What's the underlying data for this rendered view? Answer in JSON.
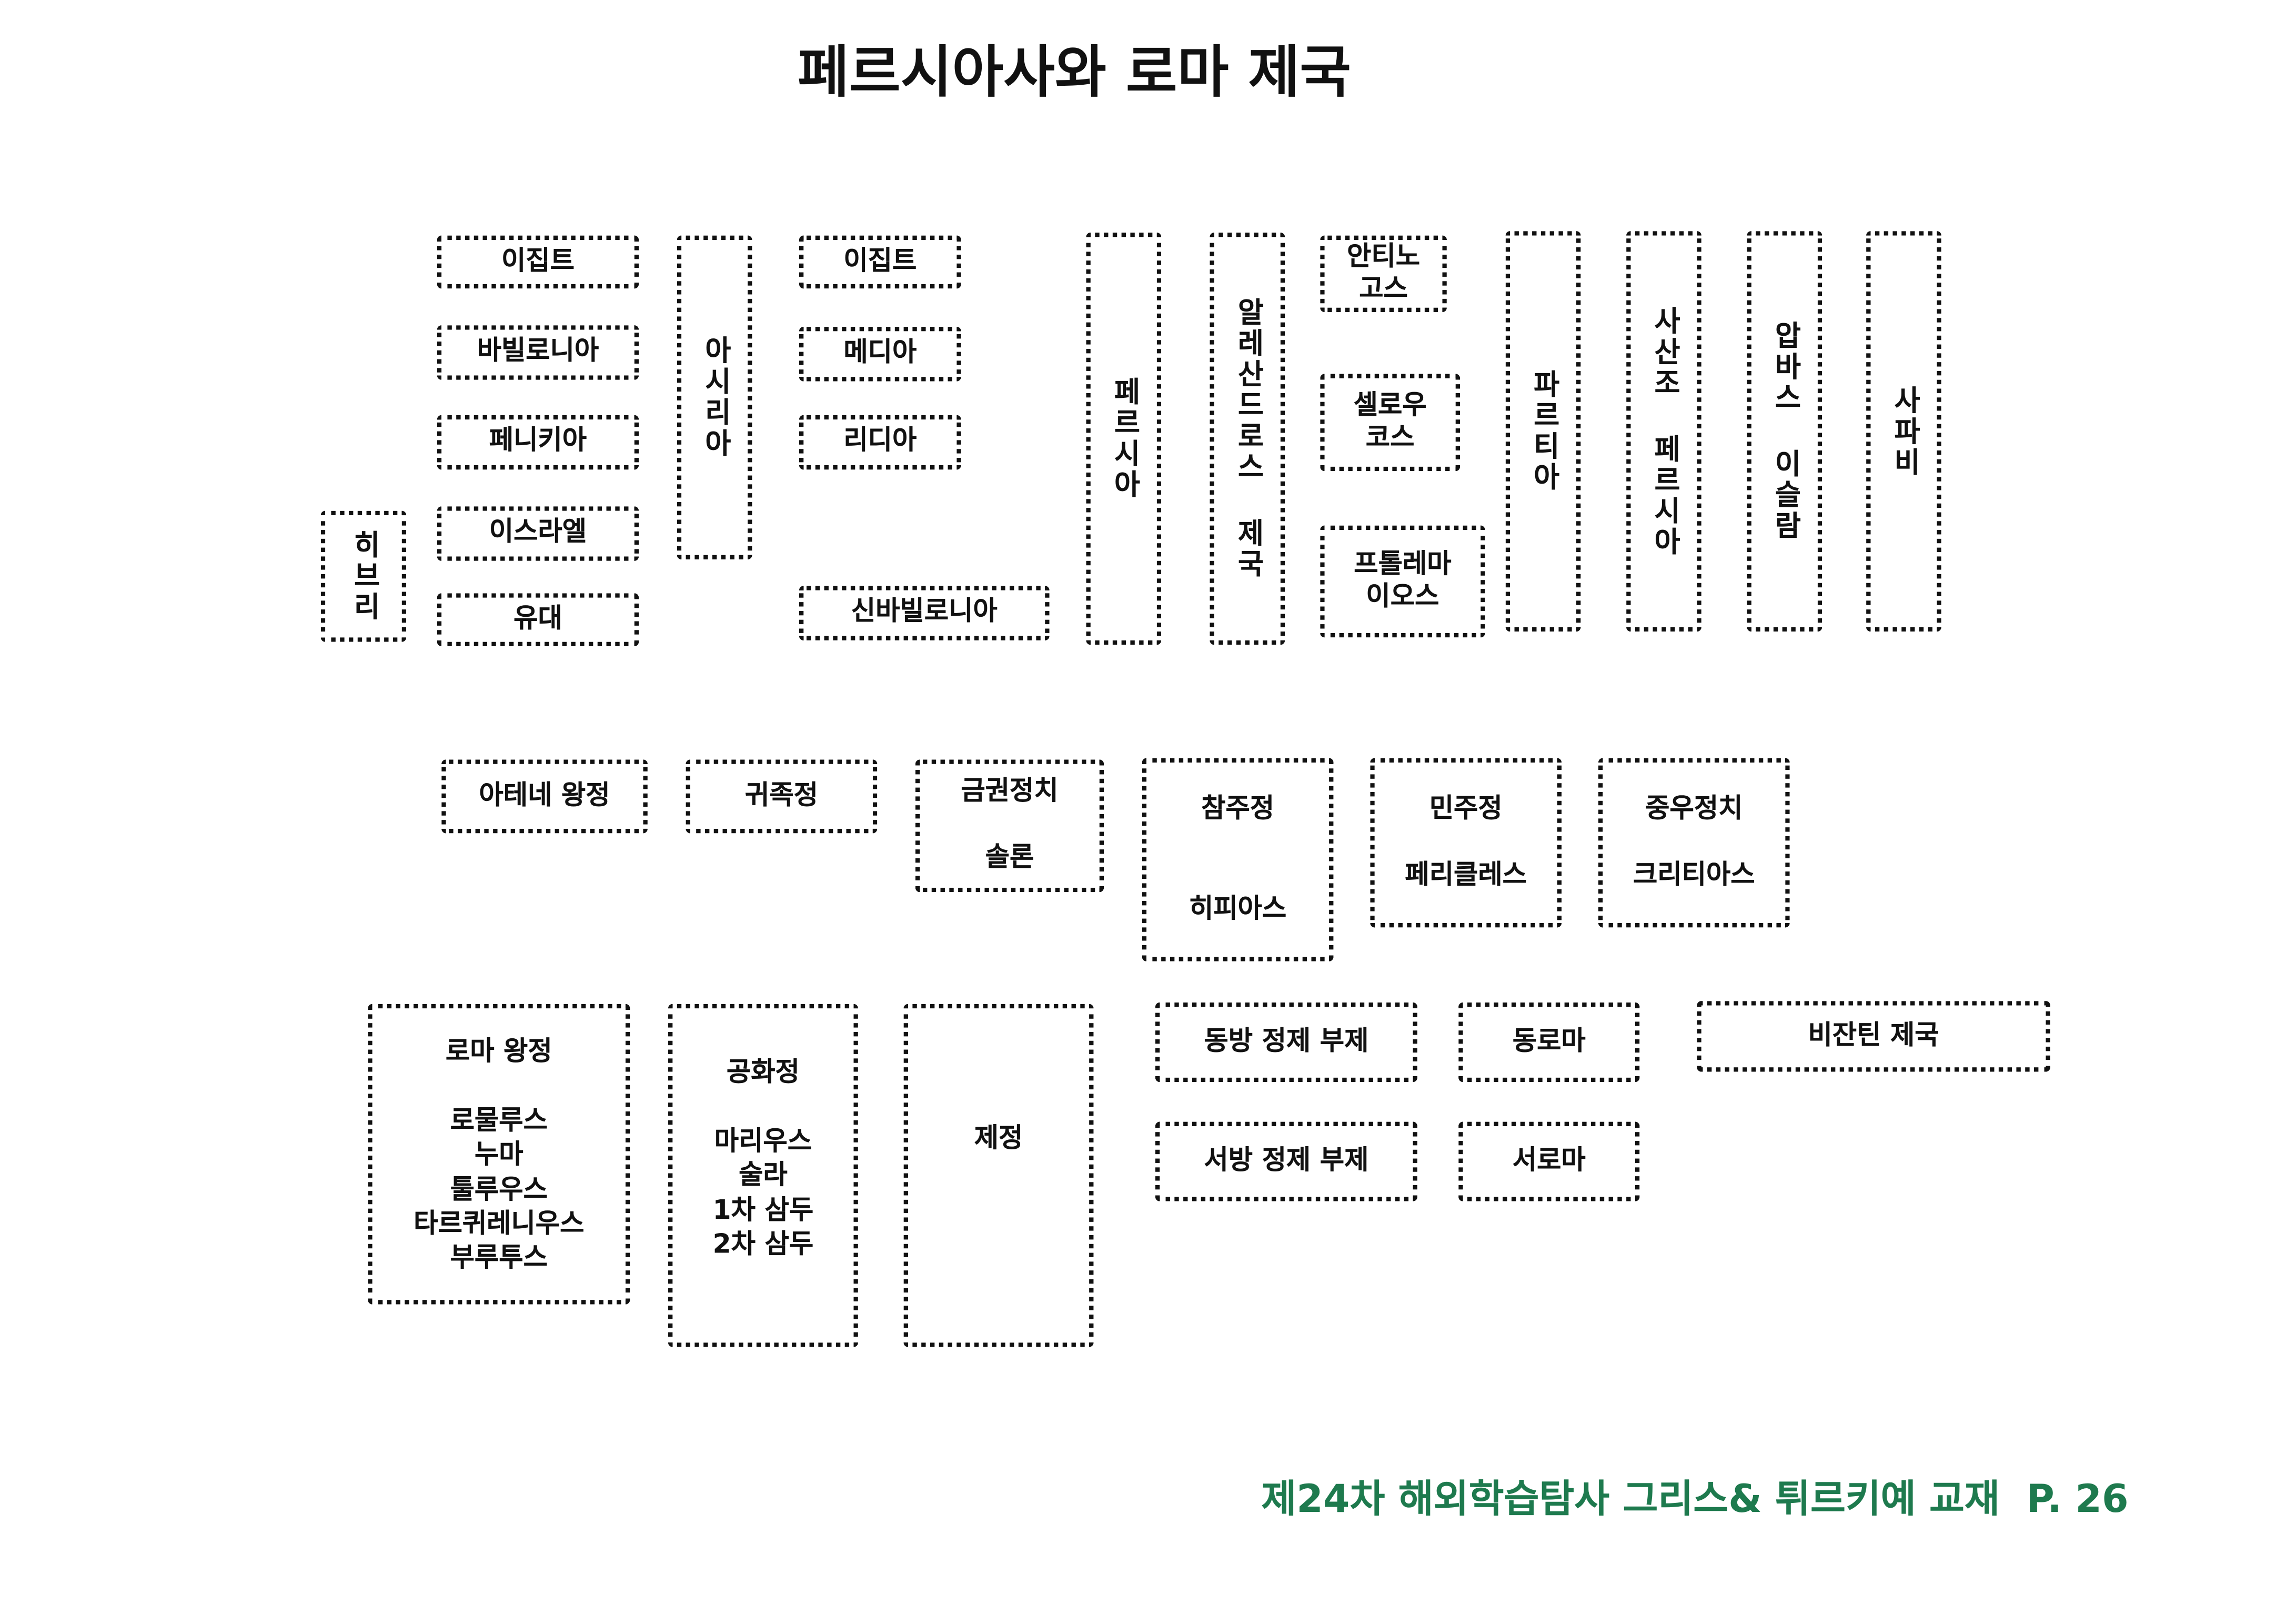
{
  "title": "페르시아사와 로마 제국",
  "near_east": {
    "egypt": "이집트",
    "babylonia": "바빌로니아",
    "phoenicia": "페니키아",
    "israel": "이스라엘",
    "judea": "유대",
    "hebrew": "히브리",
    "assyria": "아시리아",
    "egypt2": "이집트",
    "media": "메디아",
    "lydia": "리디아",
    "neo_babylonia": "신바빌로니아",
    "persia": "페르시아",
    "alexander": "알레산드로스 제국",
    "antigonos": "안티노\n고스",
    "seleucus": "셀로우\n코스",
    "ptolemaios": "프톨레마\n이오스",
    "parthia": "파르티아",
    "sassanid": "사산조 페르시아",
    "abbasid": "압바스 이슬람",
    "safavid": "사파비"
  },
  "athens": {
    "monarchy": "아테네 왕정",
    "aristocracy": "귀족정",
    "timocracy": "금권정치\n\n솔론",
    "tyranny": "참주정\n\n\n히피아스",
    "democracy": "민주정\n\n페리클레스",
    "ochlocracy": "중우정치\n\n크리티아스"
  },
  "rome": {
    "kingdom": "로마 왕정\n\n로물루스\n누마\n툴루우스\n타르퀴레니우스\n부루투스",
    "republic": "공화정\n\n마리우스\n술라\n1차 삼두\n2차 삼두",
    "empire": "제정",
    "east_tetrarchy": "동방 정제 부제",
    "west_tetrarchy": "서방 정제 부제",
    "east_rome": "동로마",
    "west_rome": "서로마",
    "byzantine": "비잔틴 제국"
  },
  "footer": "제24차 해외학습탐사 그리스& 튀르키예 교재  P. 26",
  "colors": {
    "footer": "#1e7a4e"
  }
}
